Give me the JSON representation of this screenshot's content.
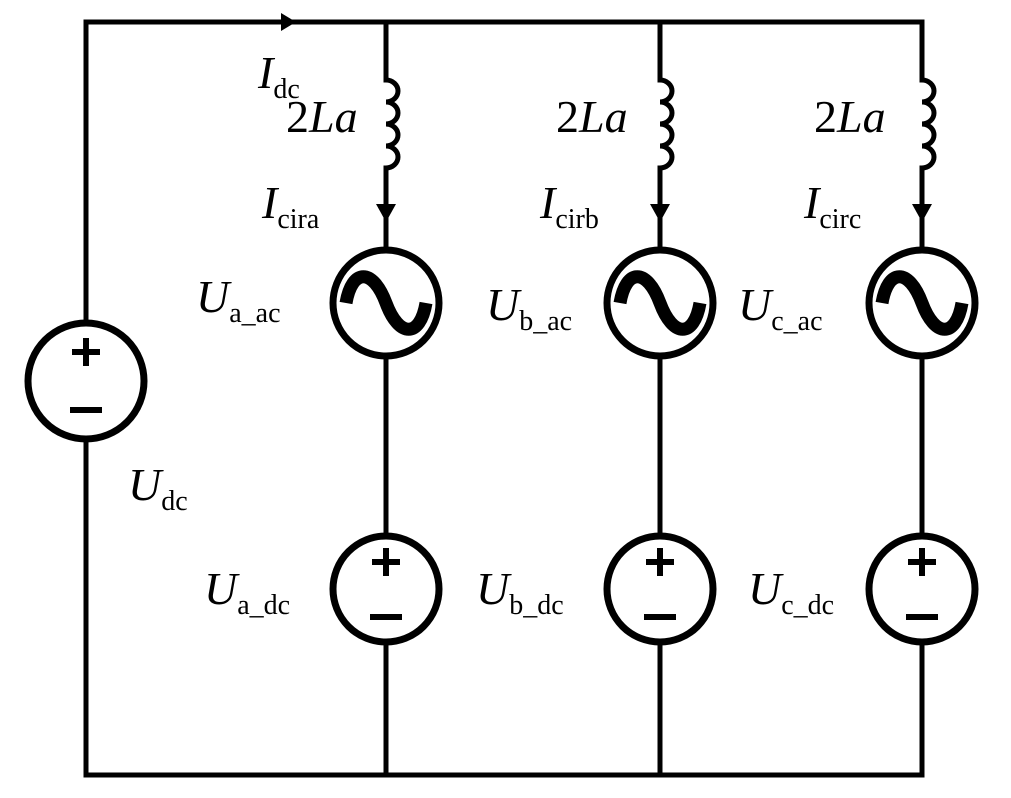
{
  "diagram": {
    "dc_current_label": {
      "main": "I",
      "sub": "dc"
    },
    "dc_source_label": {
      "main": "U",
      "sub": "dc"
    },
    "phases": [
      {
        "inductor_label": {
          "prefix": "2",
          "main": "La"
        },
        "circulating_current": {
          "main": "I",
          "sub": "cira"
        },
        "ac_source": {
          "main": "U",
          "sub": "a_ac"
        },
        "dc_source": {
          "main": "U",
          "sub": "a_dc"
        }
      },
      {
        "inductor_label": {
          "prefix": "2",
          "main": "La"
        },
        "circulating_current": {
          "main": "I",
          "sub": "cirb"
        },
        "ac_source": {
          "main": "U",
          "sub": "b_ac"
        },
        "dc_source": {
          "main": "U",
          "sub": "b_dc"
        }
      },
      {
        "inductor_label": {
          "prefix": "2",
          "main": "La"
        },
        "circulating_current": {
          "main": "I",
          "sub": "circ"
        },
        "ac_source": {
          "main": "U",
          "sub": "c_ac"
        },
        "dc_source": {
          "main": "U",
          "sub": "c_dc"
        }
      }
    ]
  }
}
